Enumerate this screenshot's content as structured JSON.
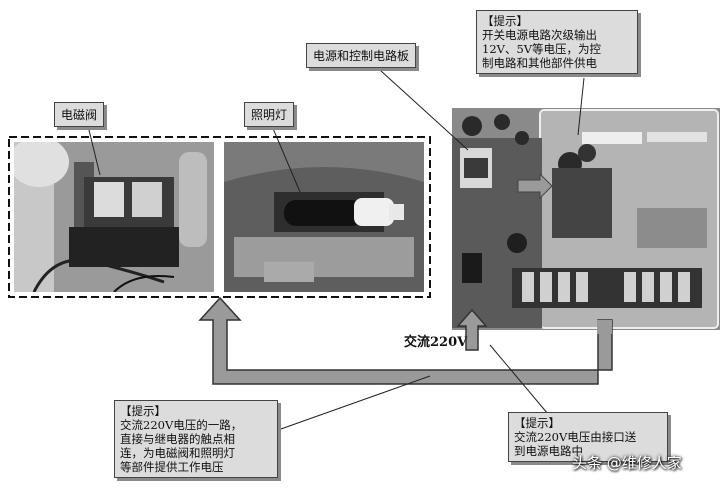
{
  "labels": {
    "valve": "电磁阀",
    "lamp": "照明灯",
    "board": "电源和控制电路板",
    "ac220": "交流220V"
  },
  "callouts": {
    "top_right": {
      "head": "【提示】",
      "lines": [
        "开关电源电路次级输出",
        "12V、5V等电压，为控",
        "制电路和其他部件供电"
      ]
    },
    "bottom_left": {
      "head": "【提示】",
      "lines": [
        "交流220V电压的一路，",
        "直接与继电器的触点相",
        "连，为电磁阀和照明灯",
        "等部件提供工作电压"
      ]
    },
    "bottom_right": {
      "head": "【提示】",
      "lines": [
        "交流220V电压由接口送",
        "到电源电路中"
      ]
    }
  },
  "watermark": "头条 @维修人家",
  "colors": {
    "arrow_fill": "#9a9a9a",
    "arrow_stroke": "#333333",
    "callout_bg": "#dcdcdc"
  }
}
